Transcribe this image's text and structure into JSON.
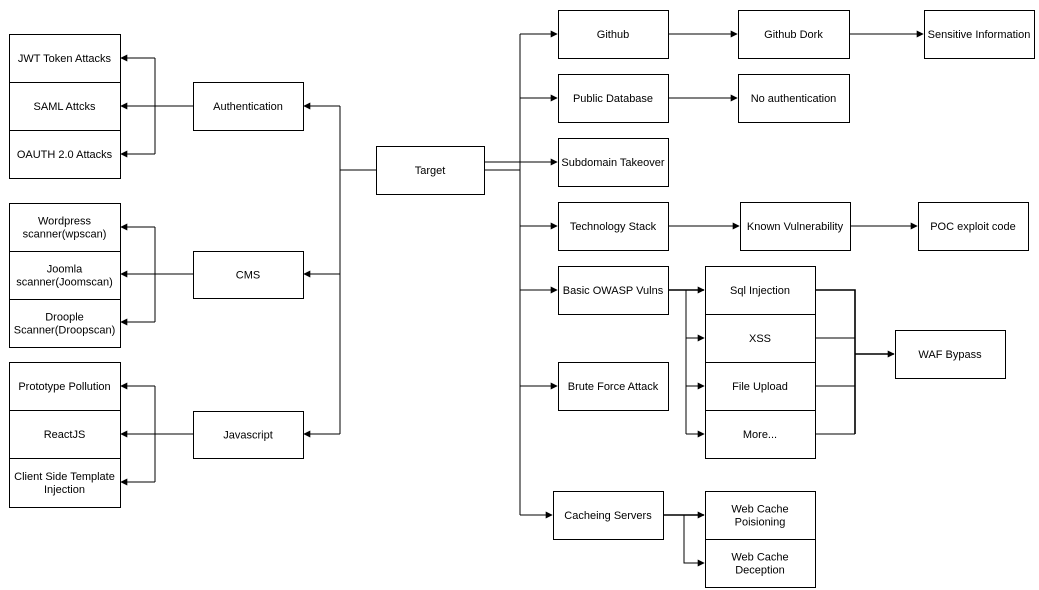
{
  "nodes": {
    "target": "Target",
    "authentication": "Authentication",
    "cms": "CMS",
    "javascript": "Javascript",
    "jwt": "JWT Token Attacks",
    "saml": "SAML Attcks",
    "oauth": "OAUTH 2.0 Attacks",
    "wpscan": "Wordpress\nscanner(wpscan)",
    "joomscan": "Joomla\nscanner(Joomscan)",
    "droopscan": "Droople\nScanner(Droopscan)",
    "prototype": "Prototype Pollution",
    "reactjs": "ReactJS",
    "cstinjection": "Client Side Template\nInjection",
    "github": "Github",
    "githubdork": "Github Dork",
    "sensitive": "Sensitive Information",
    "publicdb": "Public Database",
    "noauth": "No authentication",
    "subdomain": "Subdomain Takeover",
    "techstack": "Technology Stack",
    "knownvuln": "Known Vulnerability",
    "poc": "POC exploit code",
    "owasp": "Basic OWASP Vulns",
    "sqli": "Sql Injection",
    "xss": "XSS",
    "fileupload": "File Upload",
    "more": "More...",
    "waf": "WAF Bypass",
    "bruteforce": "Brute Force Attack",
    "caching": "Cacheing Servers",
    "wcpoison": "Web Cache\nPoisioning",
    "wcdeception": "Web Cache\nDeception"
  }
}
